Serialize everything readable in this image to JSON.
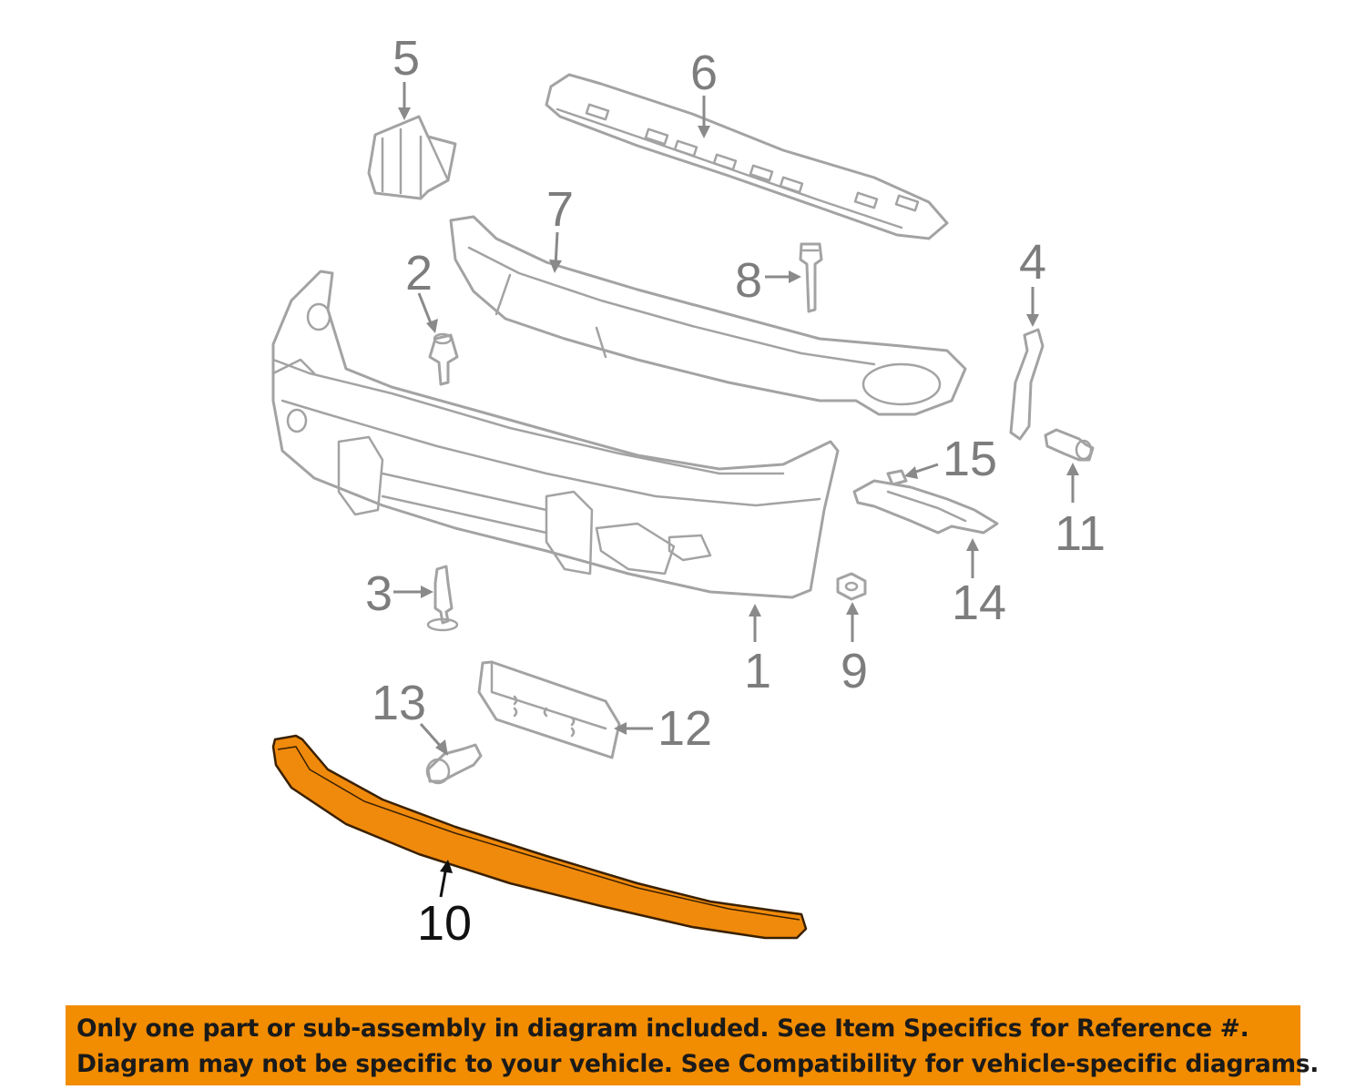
{
  "callouts": {
    "c1": "1",
    "c2": "2",
    "c3": "3",
    "c4": "4",
    "c5": "5",
    "c6": "6",
    "c7": "7",
    "c8": "8",
    "c9": "9",
    "c10": "10",
    "c11": "11",
    "c12": "12",
    "c13": "13",
    "c14": "14",
    "c15": "15"
  },
  "highlighted_part": "10",
  "colors": {
    "highlight": "#f08a0c",
    "line_art": "#a3a3a3",
    "notice_background": "#f28c00"
  },
  "notice": {
    "line1": "Only one part or sub-assembly in diagram included. See Item Specifics for Reference #.",
    "line2": "Diagram may not be specific to your vehicle. See Compatibility for vehicle-specific diagrams."
  }
}
